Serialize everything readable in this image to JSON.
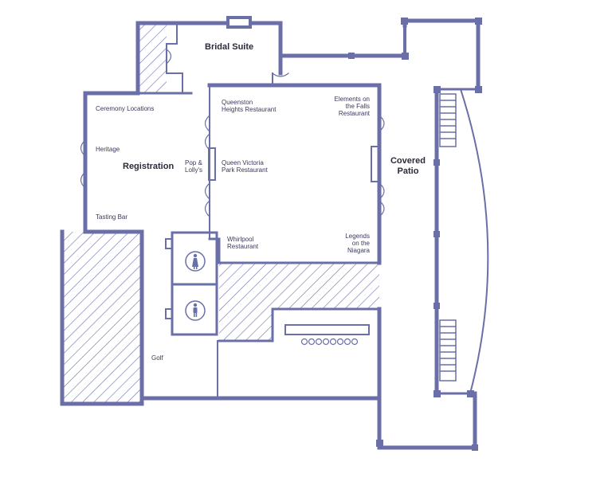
{
  "colors": {
    "wall": "#6b6fa8",
    "hatch": "#6b6fa8",
    "text": "#3a3a5a",
    "background": "#ffffff"
  },
  "labels": {
    "bridal_suite": "Bridal Suite",
    "ceremony_locations": "Ceremony Locations",
    "heritage": "Heritage",
    "registration": "Registration",
    "pop_lollys": "Pop &\nLolly's",
    "tasting_bar": "Tasting Bar",
    "queenston": "Queenston\nHeights Restaurant",
    "queen_victoria": "Queen Victoria\nPark Restaurant",
    "elements": "Elements on\nthe Falls\nRestaurant",
    "covered_patio": "Covered\nPatio",
    "whirlpool": "Whirlpool\nRestaurant",
    "legends": "Legends\non the\nNiagara",
    "golf": "Golf"
  },
  "icons": {
    "restroom_women": "woman-restroom-icon",
    "restroom_men": "man-restroom-icon",
    "bar_stools": "bar-stool-icon"
  }
}
